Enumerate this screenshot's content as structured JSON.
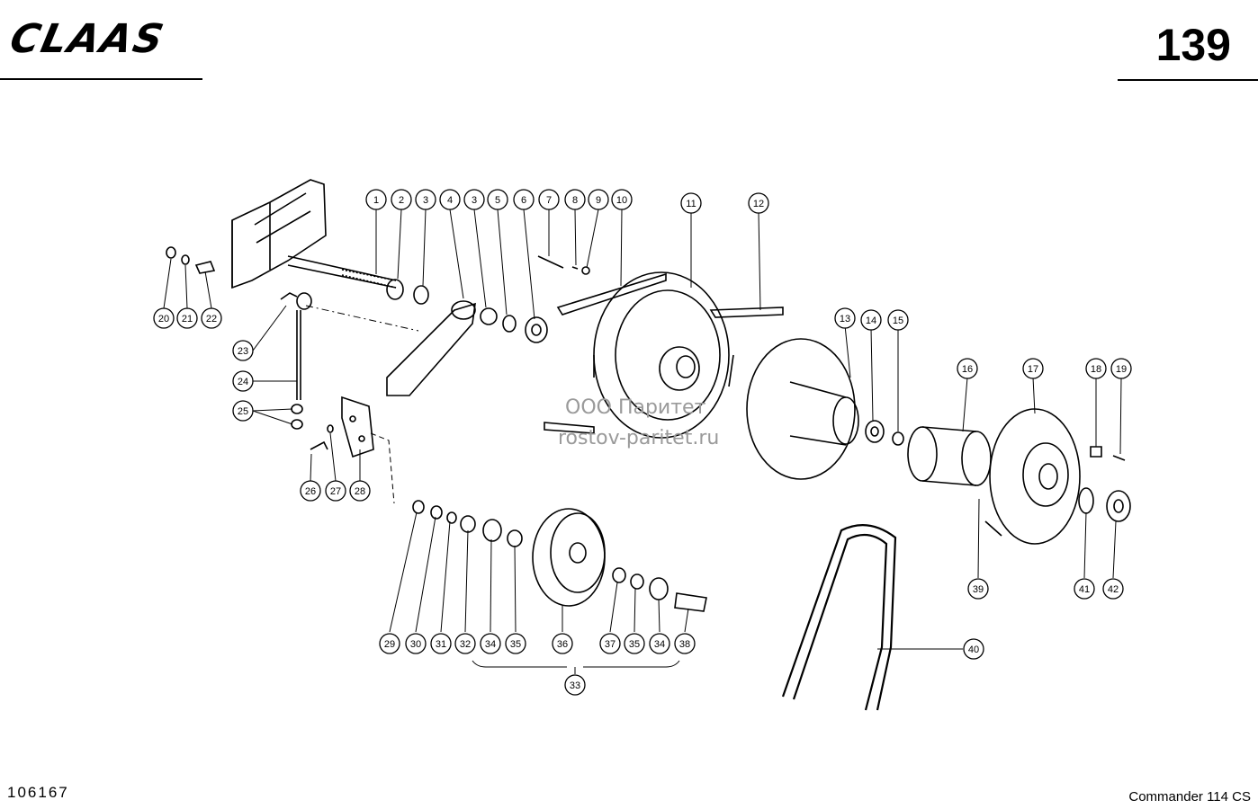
{
  "header": {
    "brand": "CLAAS",
    "page_number": "139"
  },
  "footer": {
    "drawing_number": "106167",
    "model": "Commander 114 CS"
  },
  "watermark": {
    "line1": "ООО Паритет",
    "line2": "rostov-paritet.ru"
  },
  "callouts": [
    "1",
    "2",
    "3",
    "4",
    "3",
    "5",
    "6",
    "7",
    "8",
    "9",
    "10",
    "11",
    "12",
    "13",
    "14",
    "15",
    "16",
    "17",
    "18",
    "19",
    "20",
    "21",
    "22",
    "23",
    "24",
    "25",
    "26",
    "27",
    "28",
    "29",
    "30",
    "31",
    "32",
    "34",
    "35",
    "36",
    "37",
    "35",
    "34",
    "38",
    "33",
    "39",
    "40",
    "41",
    "42"
  ]
}
